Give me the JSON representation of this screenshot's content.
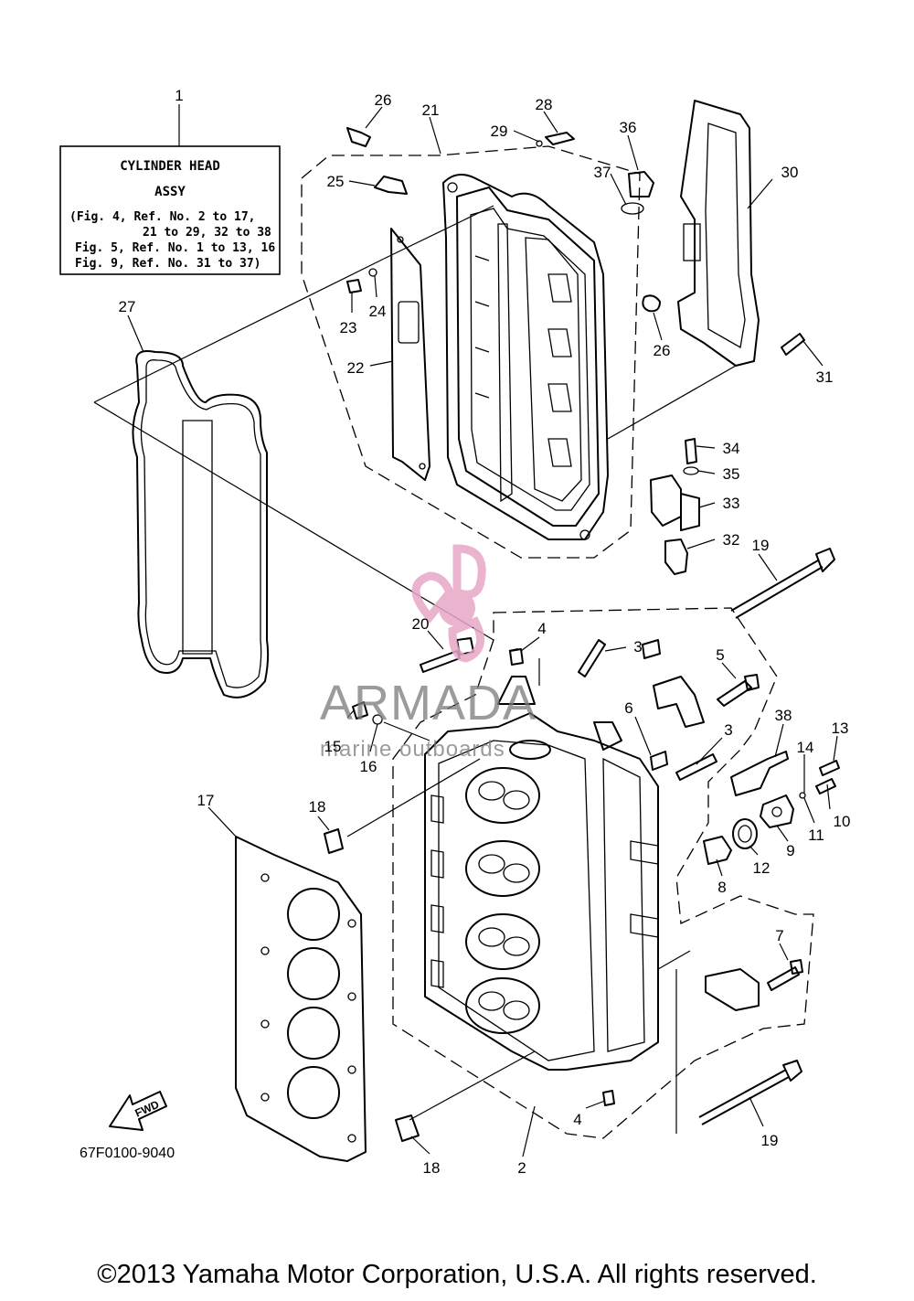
{
  "info_box": {
    "title_line1": "CYLINDER HEAD",
    "title_line2": "ASSY",
    "refs": [
      "(Fig. 4, Ref. No. 2 to 17,",
      "21 to 29, 32 to 38",
      "Fig. 5, Ref. No. 1 to 13, 16",
      "Fig. 9, Ref. No. 31 to 37)"
    ]
  },
  "callouts": {
    "c1": "1",
    "c2": "2",
    "c3a": "3",
    "c3b": "3",
    "c4a": "4",
    "c4b": "4",
    "c5": "5",
    "c6": "6",
    "c7": "7",
    "c8": "8",
    "c9": "9",
    "c10": "10",
    "c11": "11",
    "c12": "12",
    "c13": "13",
    "c14": "14",
    "c15": "15",
    "c16": "16",
    "c17": "17",
    "c18a": "18",
    "c18b": "18",
    "c19a": "19",
    "c19b": "19",
    "c20": "20",
    "c21": "21",
    "c22": "22",
    "c23": "23",
    "c24": "24",
    "c25": "25",
    "c26a": "26",
    "c26b": "26",
    "c27": "27",
    "c28": "28",
    "c29": "29",
    "c30": "30",
    "c31": "31",
    "c32": "32",
    "c33": "33",
    "c34": "34",
    "c35": "35",
    "c36": "36",
    "c37": "37",
    "c38": "38"
  },
  "fwd_label": "FWD",
  "part_code": "67F0100-9040",
  "watermark": {
    "brand": "ARMADA",
    "tagline": "marine outboards",
    "logo_color": "#e7a6c6"
  },
  "copyright": "©2013 Yamaha Motor Corporation, U.S.A. All rights reserved."
}
